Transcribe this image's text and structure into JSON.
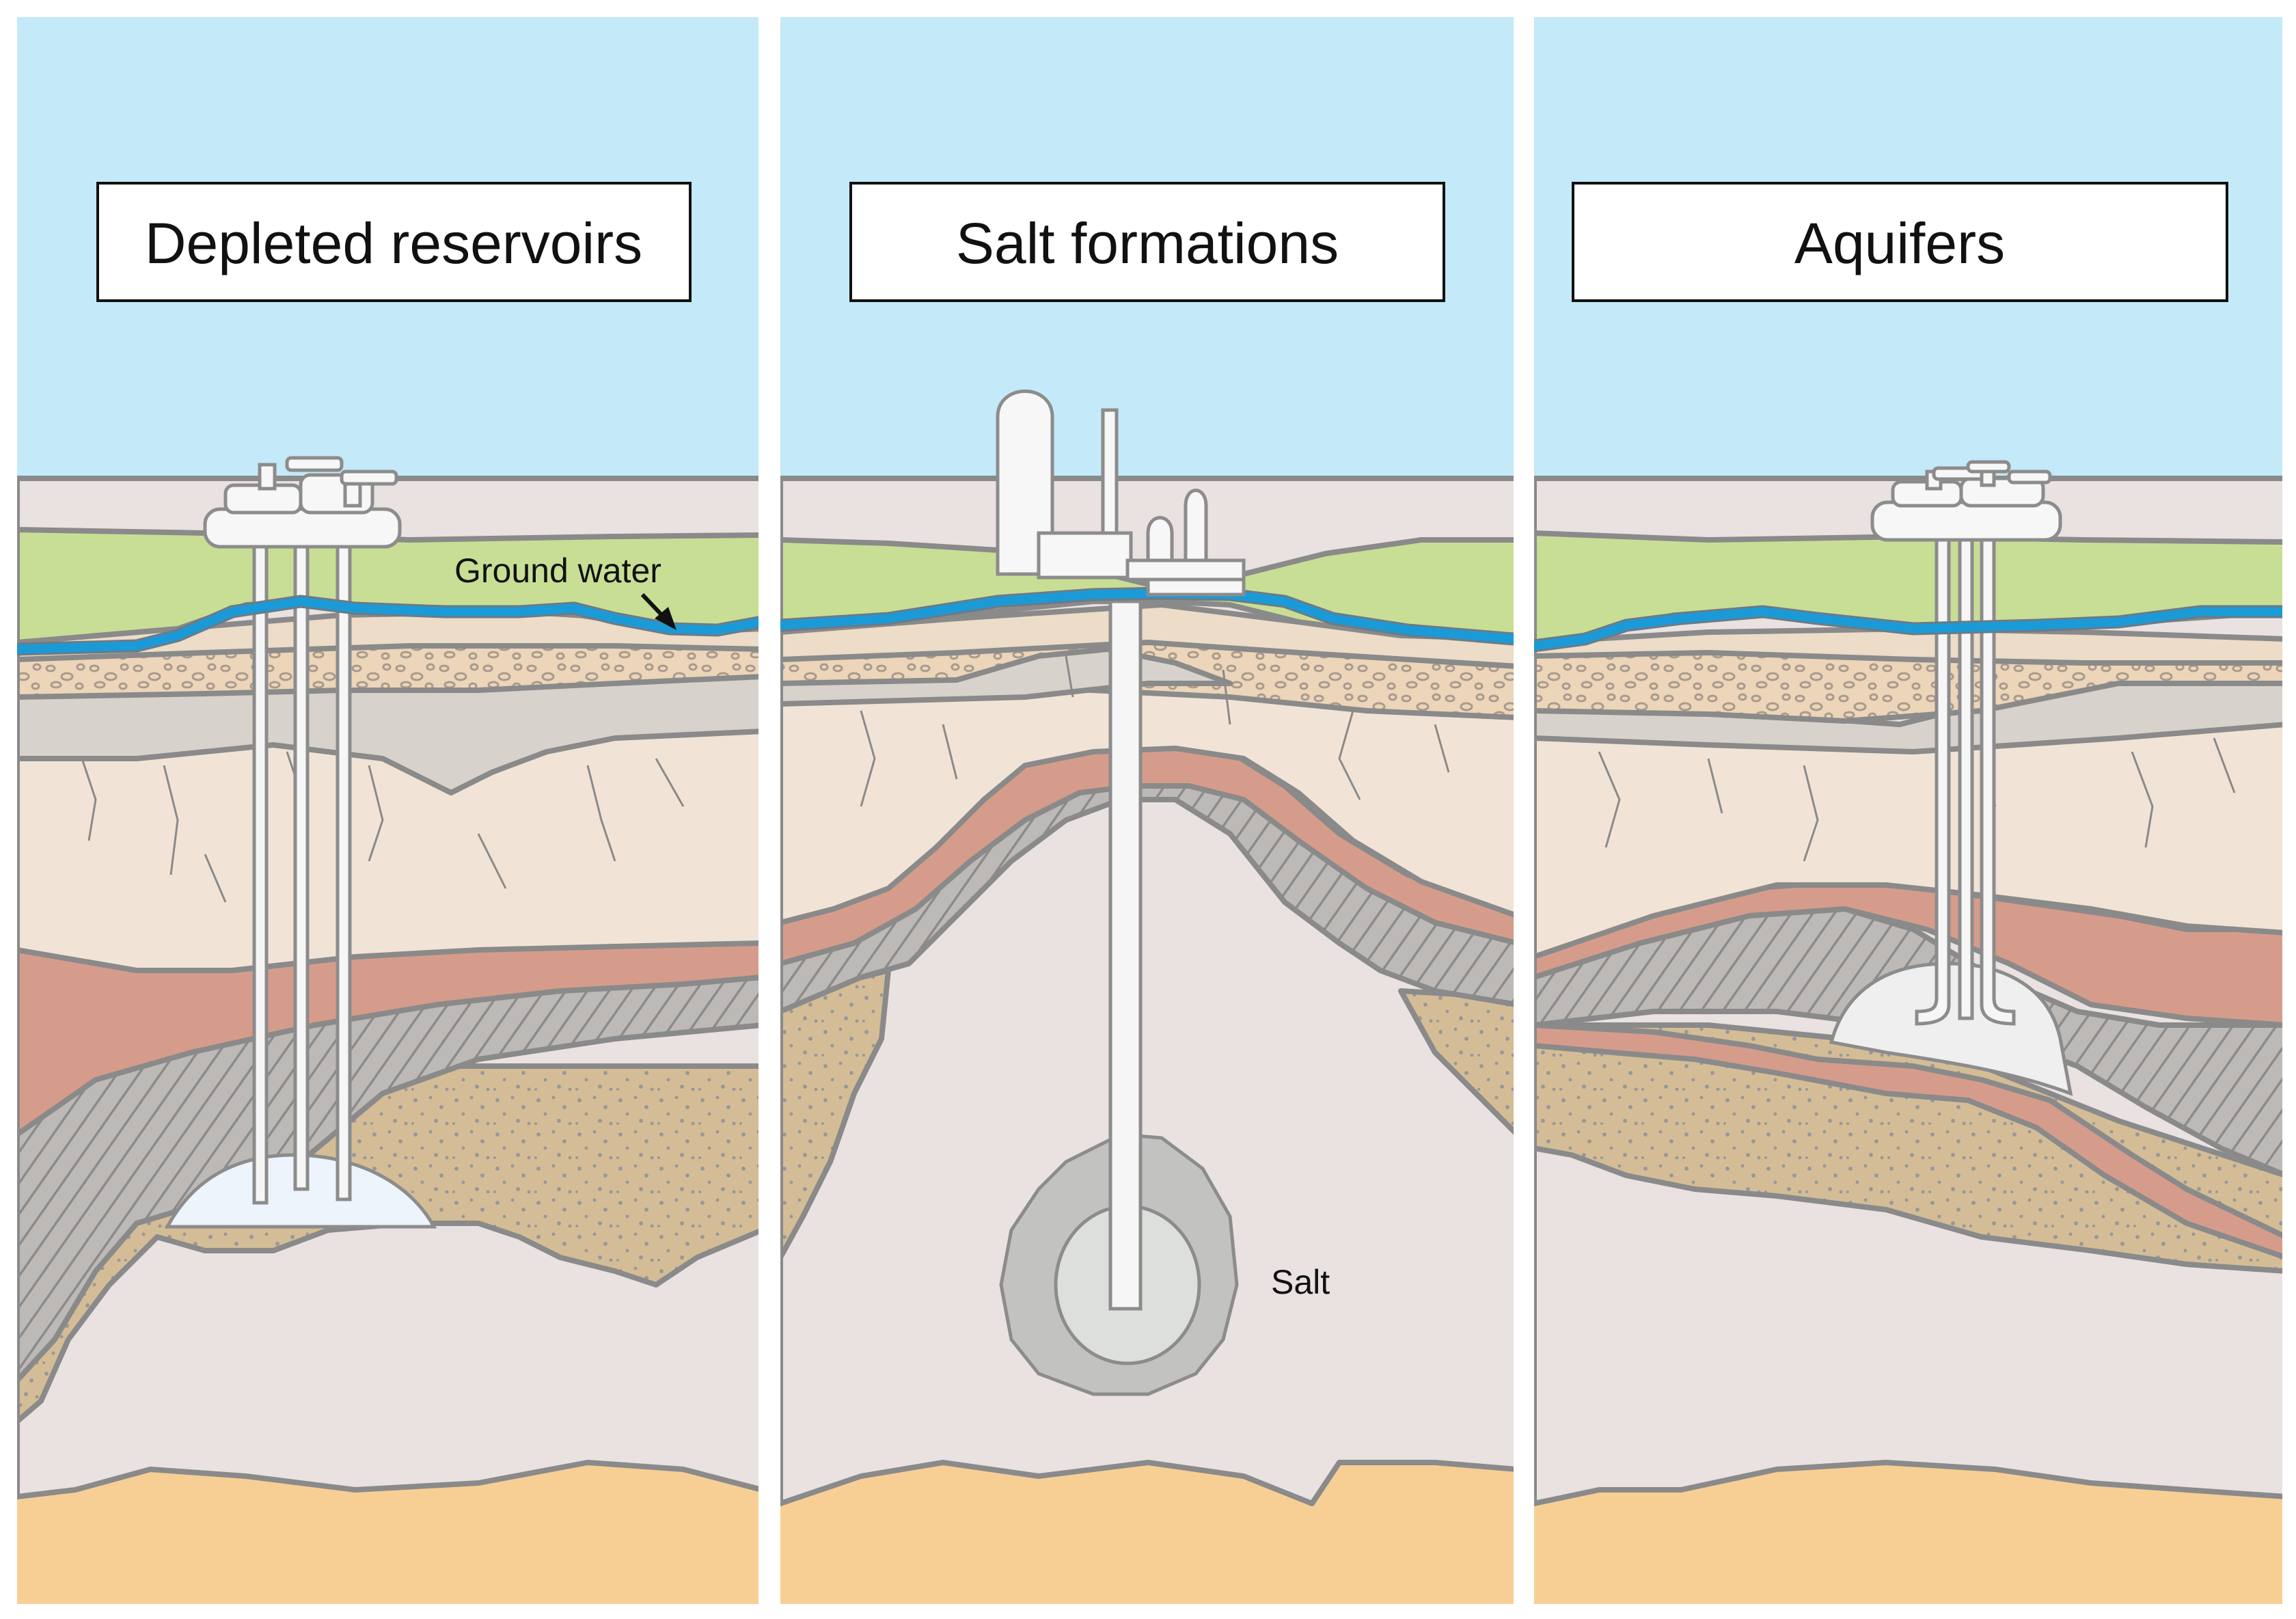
{
  "panels": [
    {
      "title": "Depleted reservoirs",
      "annotation": "Ground water"
    },
    {
      "title": "Salt formations",
      "annotation": "Salt"
    },
    {
      "title": "Aquifers"
    }
  ],
  "colors": {
    "sky": "#c4e9f9",
    "grass": "#c9de95",
    "ground_water": "#1b9ad8",
    "gravel": "#ecd5b8",
    "gray_rock": "#d8d2cc",
    "sandstone": "#f1e4d6",
    "red_clay": "#d69c8b",
    "shale": "#bdbab6",
    "brown_sand": "#d4bd96",
    "salt": "#eae1e1",
    "bedrock": "#f7cf95",
    "cavern": "#eef4fb"
  }
}
